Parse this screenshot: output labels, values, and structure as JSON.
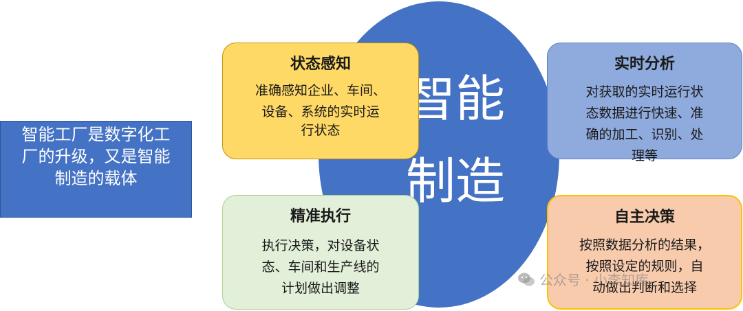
{
  "left_box": {
    "text": "智能工厂是数字化工\n厂的升级，又是智能\n制造的载体"
  },
  "center": {
    "line1": "智能",
    "line2": "制造"
  },
  "cards": [
    {
      "title": "状态感知",
      "text": "准确感知企业、车间、\n设备、系统的实时运",
      "overflow": "行状态"
    },
    {
      "title": "实时分析",
      "text": "对获取的实时运行状\n态数据进行快速、准\n确的加工、识别、处\n理等"
    },
    {
      "title": "精准执行",
      "text": "执行决策，对设备状\n态、车间和生产线的\n计划做出调整"
    },
    {
      "title": "自主决策",
      "text": "按照数据分析的结果，\n按照设定的规则，自\n动做出判断和选择"
    }
  ],
  "watermark": {
    "text": "公众号 · 小李知库",
    "icon": "wechat-icon"
  },
  "colors": {
    "blue": "#4472c4",
    "yellow": "#ffd966",
    "light_blue": "#8faadc",
    "green": "#e2f0d9",
    "peach": "#f8cbad"
  }
}
